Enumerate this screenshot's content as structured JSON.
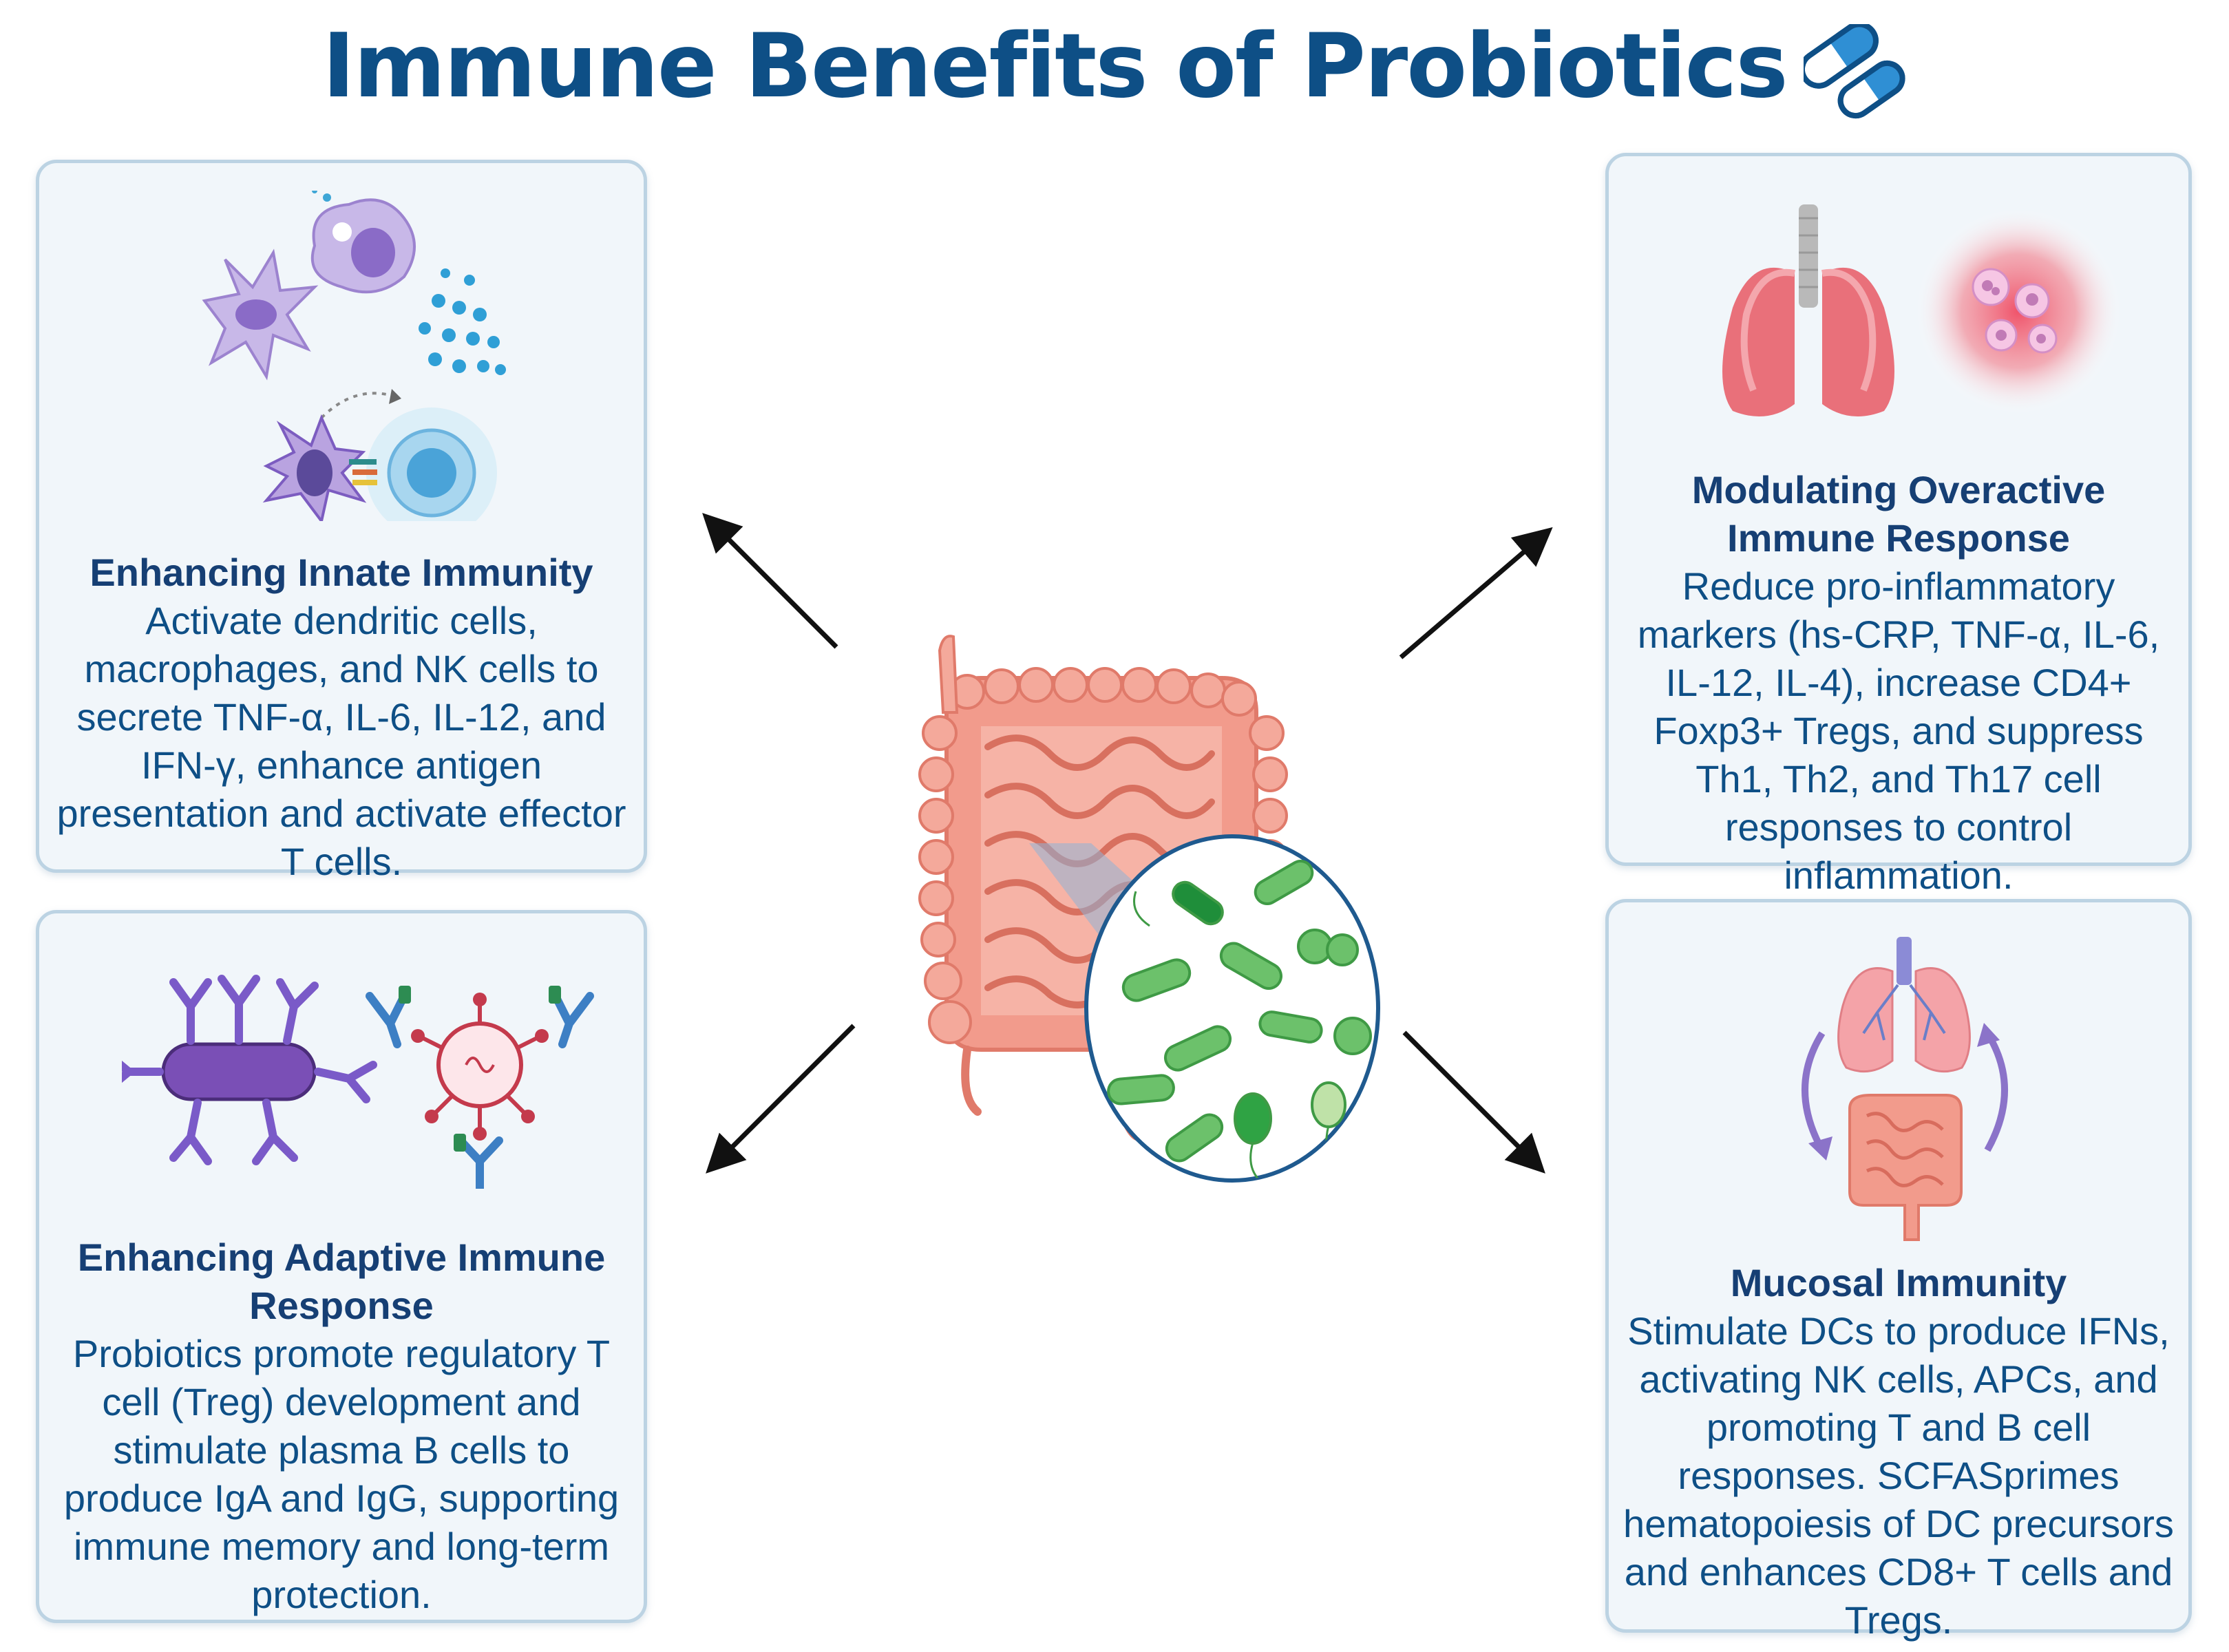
{
  "title": "Immune Benefits of Probiotics",
  "colors": {
    "title": "#0e4f86",
    "panel_bg": "#f1f6fa",
    "panel_border": "#bcd3e3",
    "bacteria_green": "#6cc16b",
    "gut_pink": "#ef9a8c",
    "cell_purple": "#8a6bc7",
    "inflammation_red": "#f0536a"
  },
  "panels": {
    "innate": {
      "title": "Enhancing Innate Immunity",
      "body": "Activate dendritic cells, macrophages, and NK cells to secrete TNF-α, IL-6, IL-12, and IFN-γ, enhance antigen presentation and activate effector T cells."
    },
    "adaptive": {
      "title": "Enhancing Adaptive Immune Response",
      "body": "Probiotics promote regulatory T cell (Treg) development and stimulate plasma B cells to produce IgA and IgG, supporting immune memory and long-term protection."
    },
    "modulating": {
      "title": "Modulating Overactive Immune Response",
      "body": "Reduce pro-inflammatory markers (hs-CRP, TNF-α, IL-6, IL-12, IL-4), increase CD4+ Foxp3+ Tregs, and suppress Th1, Th2, and Th17 cell responses to control inflammation."
    },
    "mucosal": {
      "title": "Mucosal Immunity",
      "body": "Stimulate DCs to produce IFNs, activating NK cells, APCs, and promoting T and B cell responses. SCFASprimes hematopoiesis of DC precursors and enhances CD8+ T cells and Tregs."
    },
    "icons": [
      "capsule-icon",
      "intestine-icon",
      "bacteria-icon",
      "immune-cells-icon",
      "antibody-icon",
      "lungs-icon",
      "inflammation-icon"
    ]
  }
}
